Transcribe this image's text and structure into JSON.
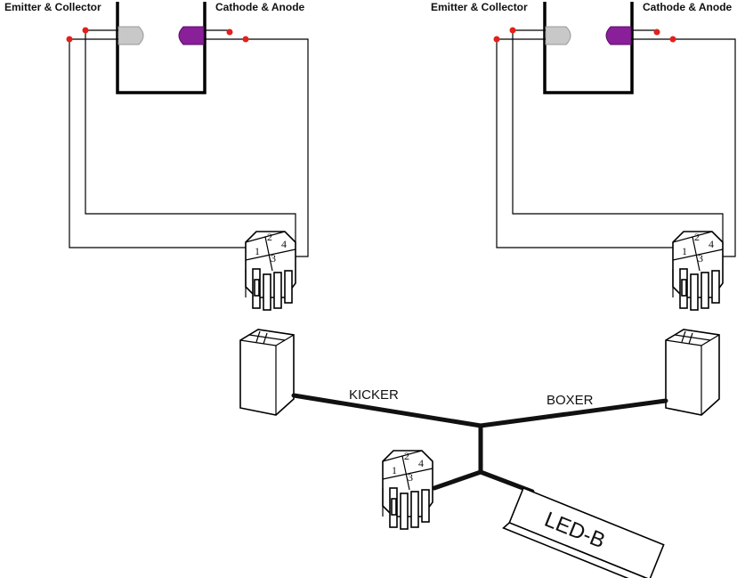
{
  "labels": {
    "emitter_collector": "Emitter & Collector",
    "cathode_anode": "Cathode & Anode",
    "kicker": "KICKER",
    "boxer": "BOXER",
    "led_b": "LED-B"
  },
  "pins": {
    "p1": "1",
    "p2": "2",
    "p3": "3",
    "p4": "4"
  },
  "colors": {
    "emitter_led": "#c8c8c8",
    "cathode_led": "#8a1f9a",
    "solder_dot": "#e2211c",
    "wire": "#000000"
  }
}
